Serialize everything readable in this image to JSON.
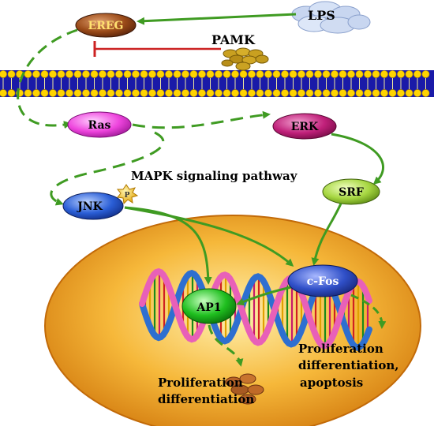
{
  "nodes": {
    "lps": "LPS",
    "ereg": "EREG",
    "pamk": "PAMK",
    "ras": "Ras",
    "erk": "ERK",
    "jnk": "JNK",
    "phospho": "P",
    "srf": "SRF",
    "ap1": "AP1",
    "cfos": "c-Fos"
  },
  "pathway_label": "MAPK signaling pathway",
  "outcomes": {
    "ap1_line1": "Proliferation",
    "ap1_line2": "differentiation",
    "cfos_line1": "Proliferation",
    "cfos_line2": "differentiation,",
    "cfos_line3": "apoptosis"
  },
  "colors": {
    "arrow": "#3f9b22",
    "inhibition": "#cc2222",
    "membrane_head": "#ffd400",
    "membrane_bg": "#1a1aa8",
    "ereg": "#8a3a12",
    "ras": "#ee44dd",
    "erk": "#c0207a",
    "jnk": "#2a5ed6",
    "srf": "#a6d641",
    "ap1": "#1fbf1f",
    "cfos": "#3050c8",
    "nucleus": "#f0a020"
  }
}
